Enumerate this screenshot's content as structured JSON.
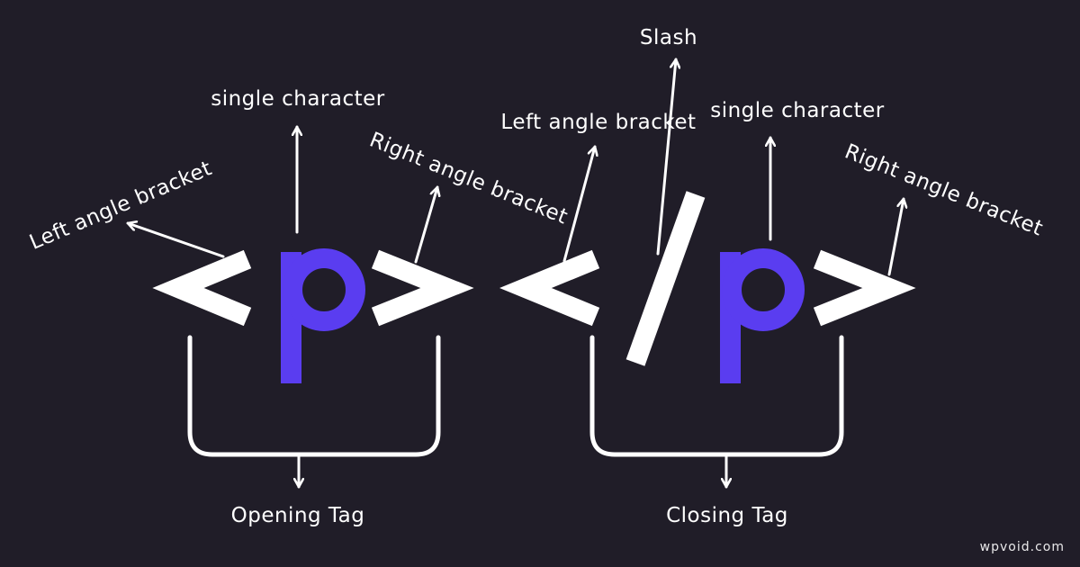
{
  "colors": {
    "background": "#201d28",
    "foreground": "#ffffff",
    "accent": "#5a3df0"
  },
  "opening_tag": {
    "left_bracket": "<",
    "character": "p",
    "right_bracket": ">",
    "labels": {
      "left": "Left angle bracket",
      "character": "single character",
      "right": "Right angle bracket"
    },
    "group_label": "Opening Tag"
  },
  "closing_tag": {
    "left_bracket": "<",
    "slash": "/",
    "character": "p",
    "right_bracket": ">",
    "labels": {
      "left": "Left angle bracket",
      "slash": "Slash",
      "character": "single character",
      "right": "Right angle bracket"
    },
    "group_label": "Closing Tag"
  },
  "watermark": "wpvoid.com",
  "icons": [
    "arrow-icon"
  ]
}
